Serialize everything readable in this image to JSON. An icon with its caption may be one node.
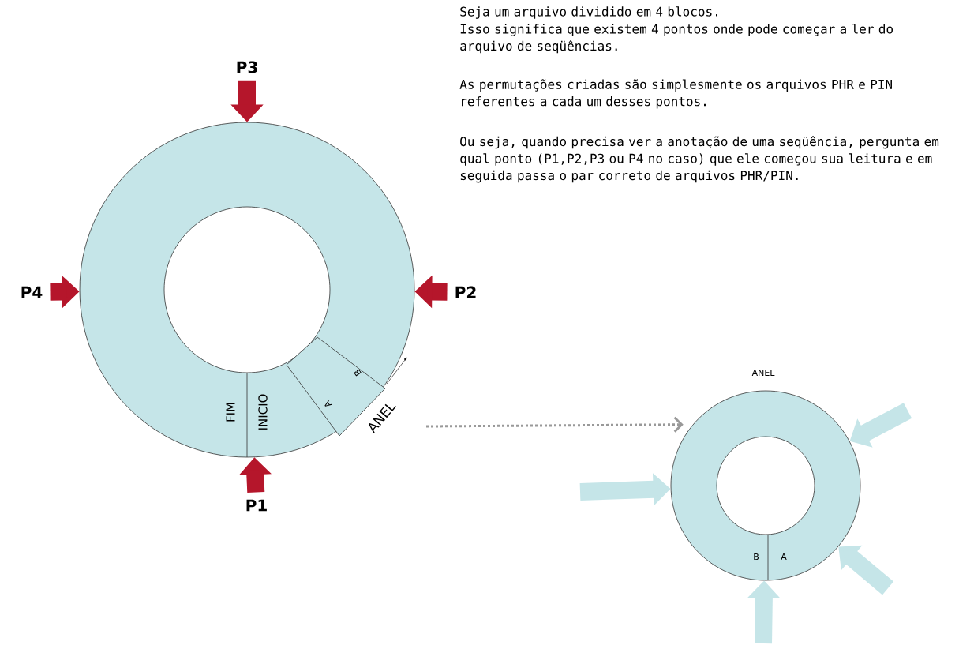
{
  "diagram": {
    "nodes": [
      {
        "text": [
          "P3"
        ]
      },
      {
        "text": [
          "P4"
        ]
      },
      {
        "text": [
          "P2"
        ]
      },
      {
        "text": [
          "P1"
        ]
      },
      {
        "text": [
          "FIM",
          "INICIO"
        ]
      },
      {
        "text": [
          "A",
          "B"
        ],
        "beside": [
          "ANEL"
        ],
        "in": 4
      },
      {
        "text": [
          "ANEL",
          "B",
          "A"
        ]
      }
    ],
    "edges": [
      {
        "from": 0,
        "to": 4,
        "arrow": "to",
        "color": "#b5162b"
      },
      {
        "from": 1,
        "to": 4,
        "arrow": "to",
        "color": "#b5162b"
      },
      {
        "from": 2,
        "to": 4,
        "arrow": "to",
        "color": "#b5162b"
      },
      {
        "from": 3,
        "to": 4,
        "arrow": "to",
        "color": "#b5162b"
      },
      {
        "from": null,
        "to": 6,
        "arrow": "to",
        "style": "dashed",
        "color": "#999999"
      },
      {
        "from": null,
        "to": 6,
        "arrow": "to",
        "color": "#c5e5e8"
      },
      {
        "from": null,
        "to": 6,
        "arrow": "to",
        "color": "#c5e5e8"
      },
      {
        "from": null,
        "to": 6,
        "arrow": "to",
        "color": "#c5e5e8"
      },
      {
        "from": null,
        "to": 6,
        "arrow": "to",
        "color": "#c5e5e8"
      }
    ],
    "labels": [
      "Seja um arquivo dividido em 4 blocos.",
      "Isso significa que existem 4 pontos onde pode começar a ler do arquivo de seqüências.",
      "As permutações criadas são simplesmente os arquivos PHR e PIN referentes a cada um desses pontos.",
      "Ou seja, quando precisa ver a anotação de uma seqüência, pergunta em qual ponto (P1,P2,P3 ou P4 no caso) que ele começou sua leitura e em seguida passa o par correto de arquivos PHR/PIN."
    ]
  }
}
